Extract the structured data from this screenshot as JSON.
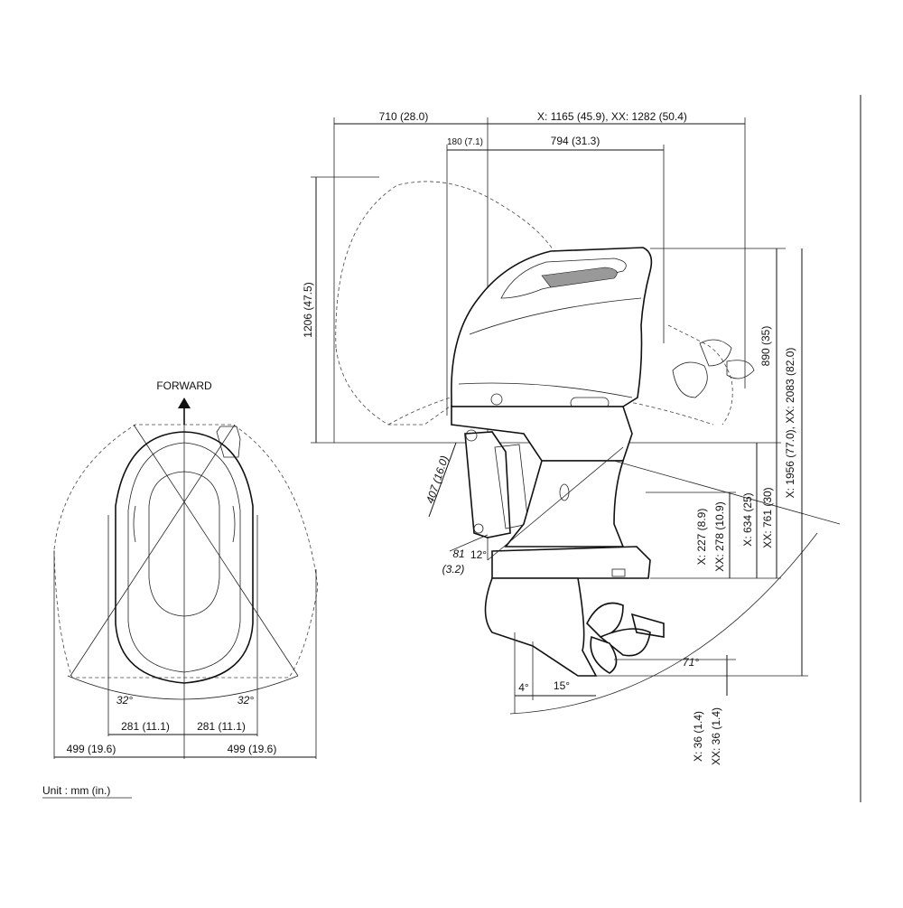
{
  "labels": {
    "forward": "FORWARD",
    "unit": "Unit : mm (in.)",
    "top_overall": "710 (28.0)",
    "top_x_xx": "X: 1165 (45.9), XX: 1282 (50.4)",
    "d180": "180 (7.1)",
    "d794": "794 (31.3)",
    "d1206": "1206 (47.5)",
    "d890": "890 (35)",
    "d_x1956": "X: 1956 (77.0), XX: 2083 (82.0)",
    "d_x634": "X: 634 (25)",
    "d_xx761": "XX: 761 (30)",
    "d_x227": "X: 227 (8.9)",
    "d_xx278": "XX: 278 (10.9)",
    "d407": "407 (16.0)",
    "d81": "81",
    "d81in": "(3.2)",
    "a12": "12°",
    "a4": "4°",
    "a15": "15°",
    "a71": "71°",
    "d_x36": "X: 36 (1.4)",
    "d_xx36": "XX: 36 (1.4)",
    "a32_left": "32°",
    "a32_right": "32°",
    "d281_left": "281 (11.1)",
    "d281_right": "281 (11.1)",
    "d499_left": "499 (19.6)",
    "d499_right": "499 (19.6)"
  }
}
